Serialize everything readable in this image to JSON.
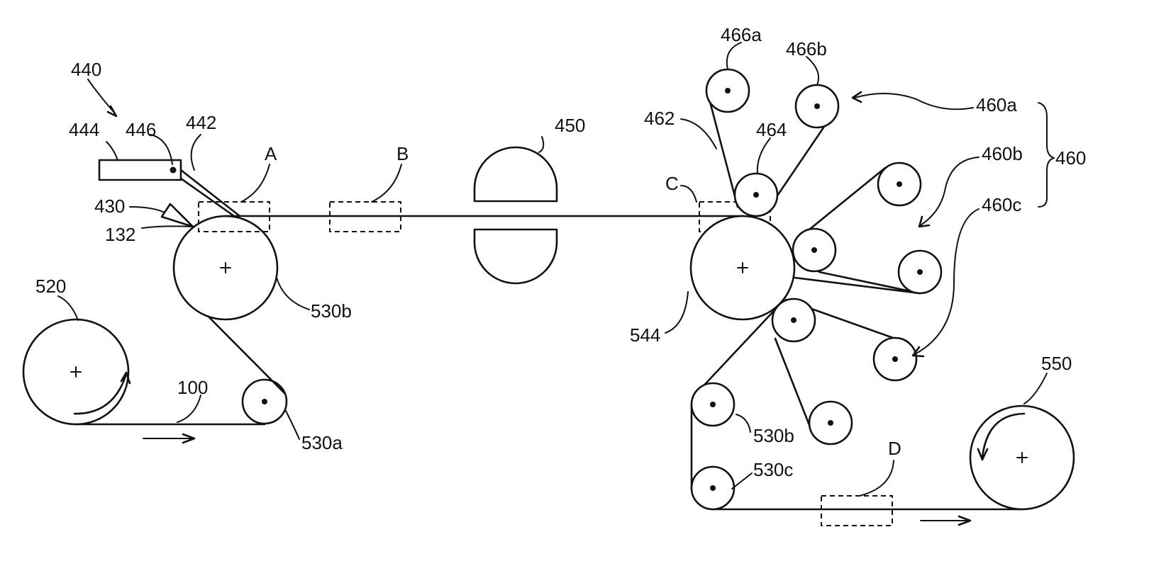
{
  "labels": {
    "l440": "440",
    "l444": "444",
    "l446": "446",
    "l442": "442",
    "lA": "A",
    "lB": "B",
    "l450": "450",
    "l430": "430",
    "l132": "132",
    "l520": "520",
    "l530b_left": "530b",
    "l100": "100",
    "l530a": "530a",
    "l466a": "466a",
    "l466b": "466b",
    "l462": "462",
    "l464": "464",
    "lC": "C",
    "l460a": "460a",
    "l460b": "460b",
    "l460c": "460c",
    "l460": "460",
    "l544": "544",
    "l530b_right": "530b",
    "l530c": "530c",
    "lD": "D",
    "l550": "550"
  }
}
